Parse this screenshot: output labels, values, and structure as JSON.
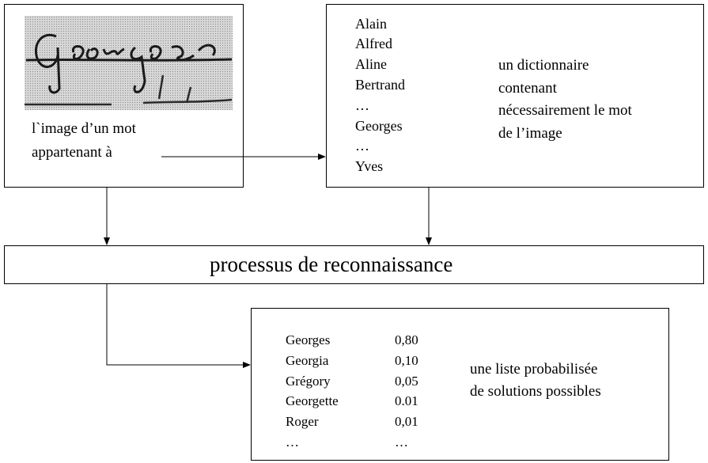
{
  "image_box": {
    "signature_text": "Georges",
    "caption_line1": "l`image d’un mot",
    "caption_line2": "appartenant à"
  },
  "dictionary_box": {
    "words": [
      "Alain",
      "Alfred",
      "Aline",
      "Bertrand",
      "…",
      "Georges",
      "…",
      "Yves"
    ],
    "description": [
      "un dictionnaire",
      "contenant",
      "nécessairement le mot",
      "de l’image"
    ]
  },
  "process_box": {
    "label": "processus de reconnaissance"
  },
  "result_box": {
    "rows": [
      {
        "name": "Georges",
        "prob": "0,80"
      },
      {
        "name": "Georgia",
        "prob": "0,10"
      },
      {
        "name": "Grégory",
        "prob": "0,05"
      },
      {
        "name": "Georgette",
        "prob": "0.01"
      },
      {
        "name": "Roger",
        "prob": "0,01"
      },
      {
        "name": "…",
        "prob": "…"
      }
    ],
    "description": [
      "une liste probabilisée",
      "de solutions possibles"
    ]
  }
}
